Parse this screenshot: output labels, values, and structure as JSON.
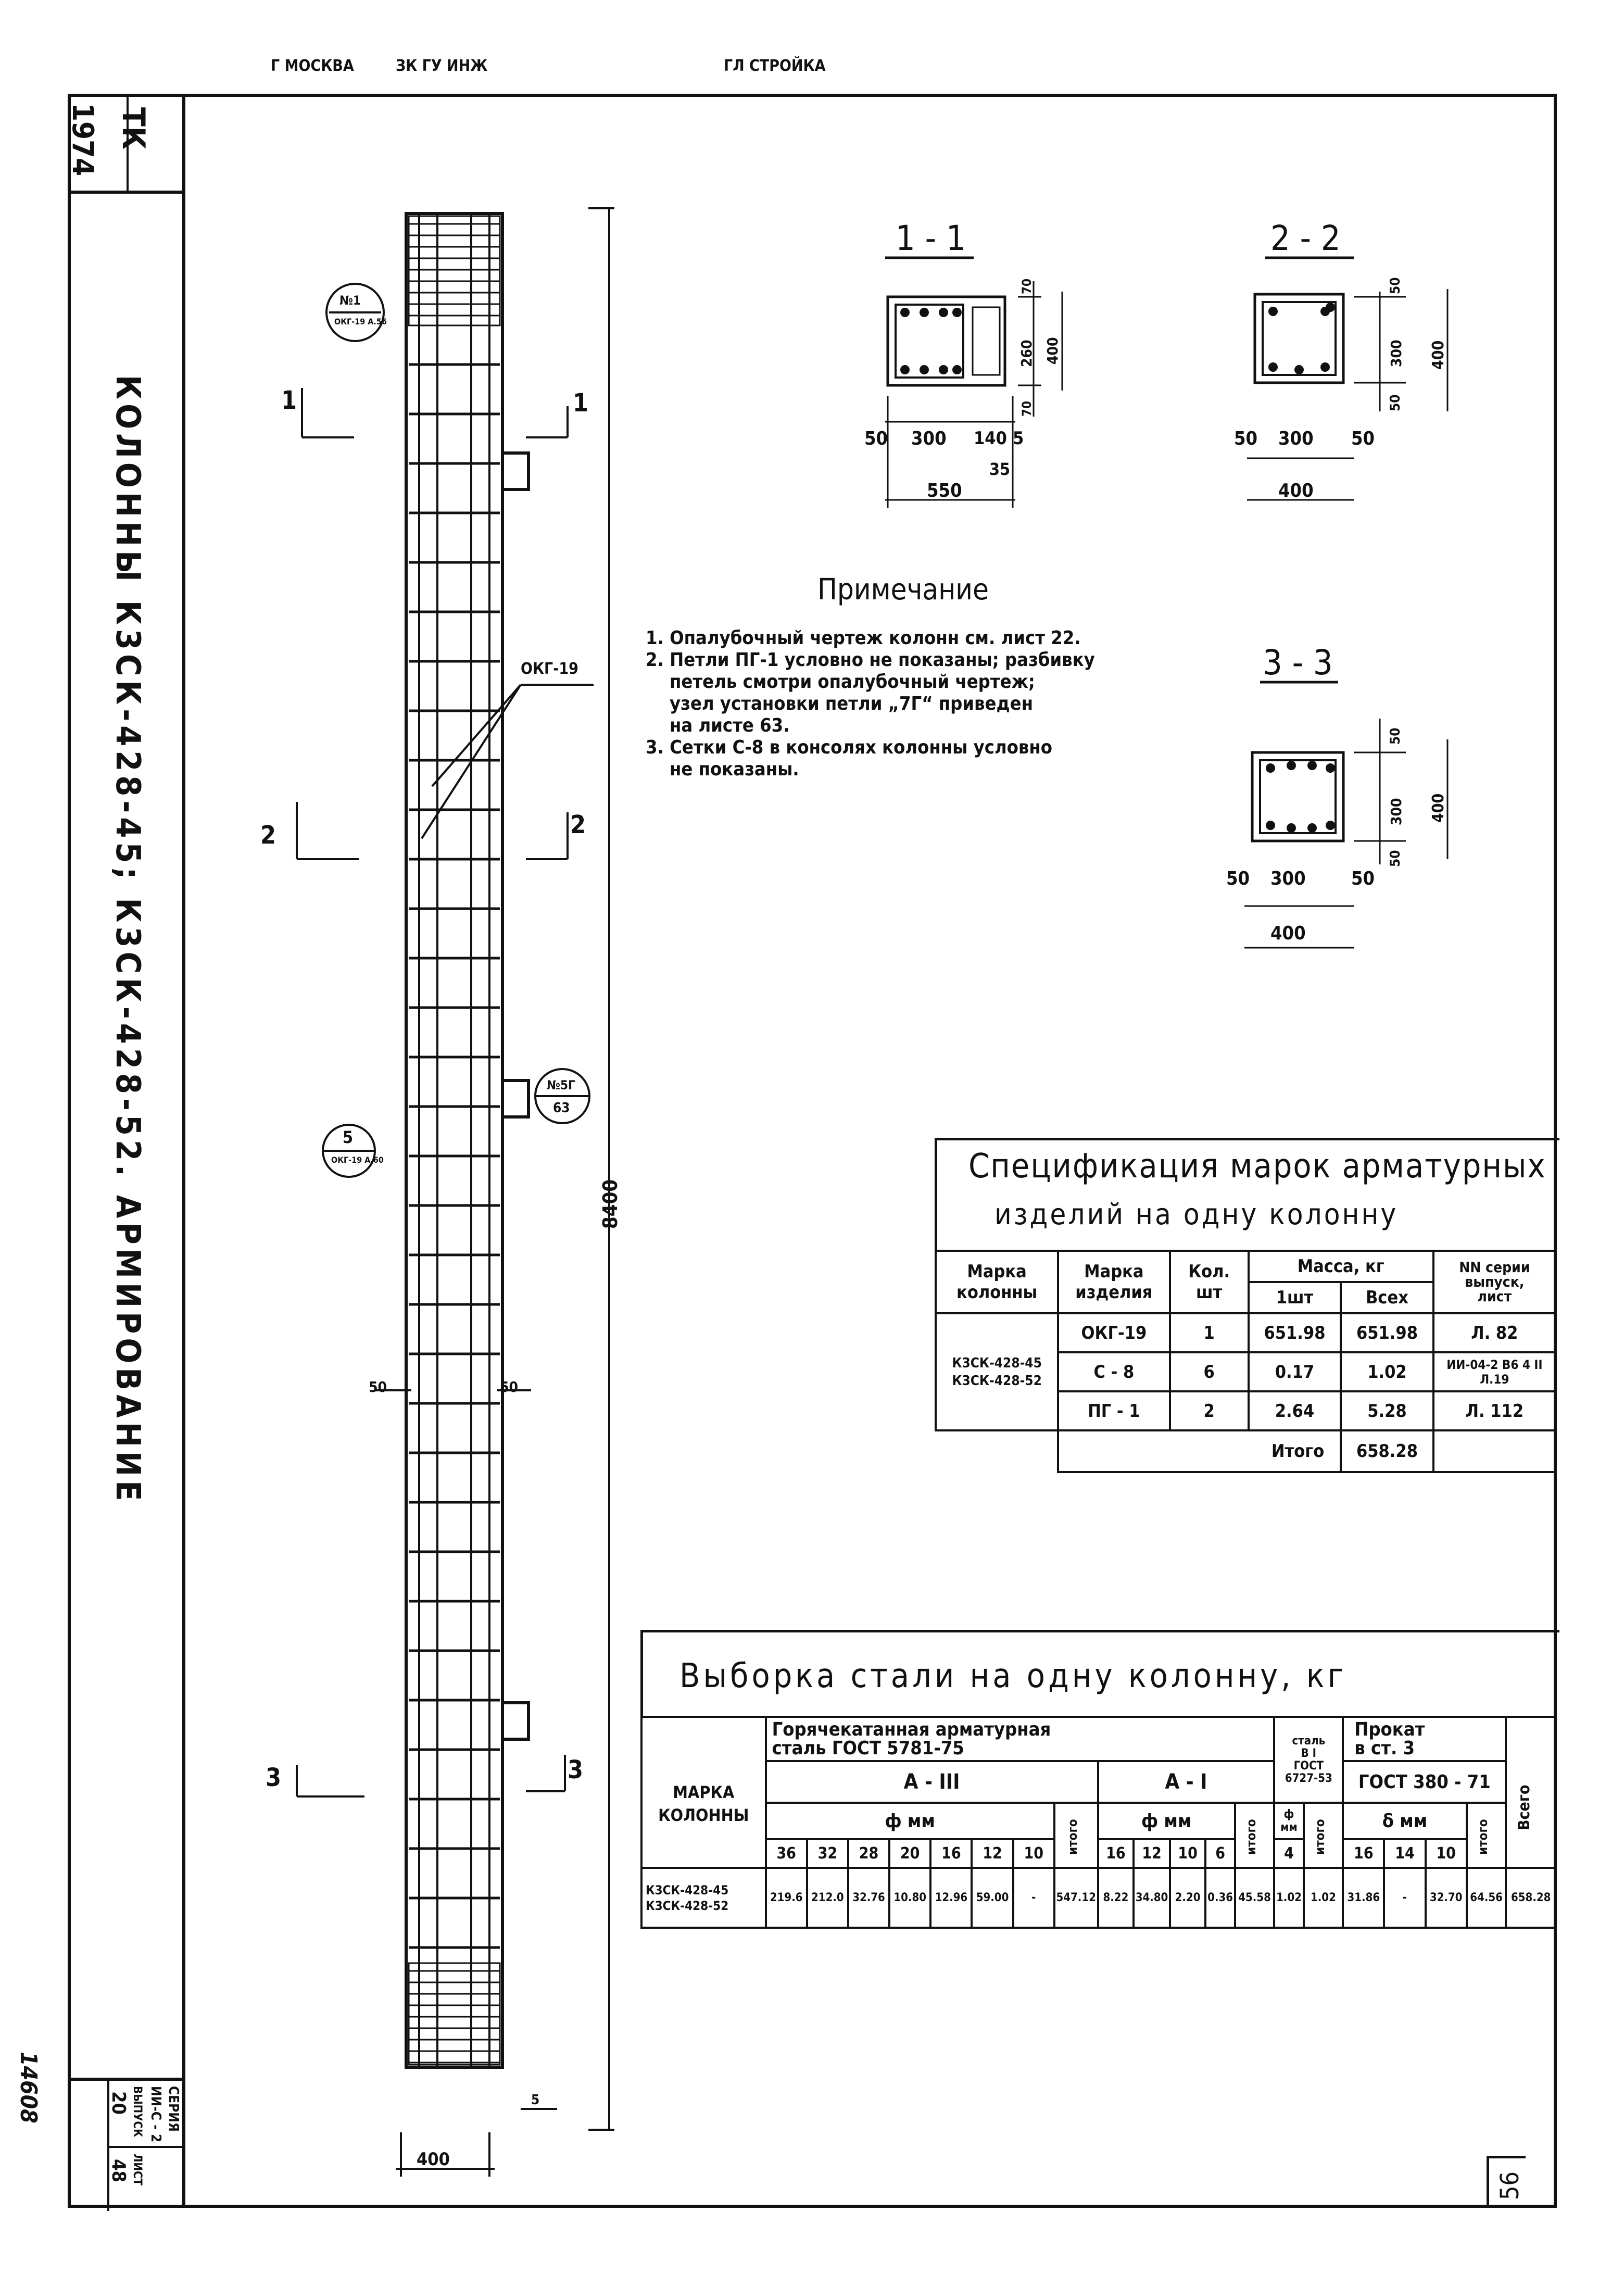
{
  "header_strip": {
    "city": "Г МОСКВА",
    "dept": "ЗК ГУ ИНЖ",
    "org": "ГЛ СТРОЙКА"
  },
  "stamp": {
    "tk": "ТК",
    "year": "1974",
    "series_label": "СЕРИЯ",
    "series_value": "ИИ-С - 2",
    "issue_label": "ВЫПУСК",
    "issue_value": "20",
    "sheet_label": "ЛИСТ",
    "sheet_value": "48",
    "archive_no": "14608"
  },
  "title_vertical": "КОЛОННЫ  К3СК-428-45;  К3СК-428-52.   АРМИРОВАНИЕ",
  "column_drawing": {
    "length_dim": "8400",
    "width_dim": "400",
    "side_dims": [
      "50",
      "50"
    ],
    "bottom_dim": "5",
    "callout_okg": "ОКГ-19",
    "sections": [
      {
        "num": "1",
        "label_left": "1",
        "label_right": "1"
      },
      {
        "num": "2",
        "label_left": "2",
        "label_right": "2"
      },
      {
        "num": "3",
        "label_left": "3",
        "label_right": "3"
      }
    ],
    "node_callouts": [
      {
        "top": "№1",
        "bottom": "ОКГ-19 А.56"
      },
      {
        "top": "№5Г",
        "bottom": "63"
      },
      {
        "top": "5",
        "bottom": "ОКГ-19 А.60"
      }
    ]
  },
  "section_views": [
    {
      "title": "1 - 1",
      "dims_bottom": [
        "50",
        "300",
        "140",
        "5"
      ],
      "dim_35": "35",
      "total": "550",
      "dims_right": [
        "70",
        "260",
        "70"
      ],
      "total_right": "400"
    },
    {
      "title": "2 - 2",
      "dims_bottom": [
        "50",
        "300",
        "50"
      ],
      "total": "400",
      "dims_right": [
        "50",
        "300",
        "50"
      ],
      "total_right": "400"
    },
    {
      "title": "3 - 3",
      "dims_bottom": [
        "50",
        "300",
        "50"
      ],
      "total": "400",
      "dims_right": [
        "50",
        "300",
        "50"
      ],
      "total_right": "400"
    }
  ],
  "notes": {
    "title": "Примечание",
    "items": [
      "1. Опалубочный чертеж колонн см. лист  22.",
      "2. Петли ПГ-1 условно не показаны; разбивку",
      "петель смотри опалубочный чертеж;",
      "узел установки петли „7Г“ приведен",
      "на листе  63.",
      "3. Сетки  С-8 в консолях колонны условно",
      "не показаны."
    ]
  },
  "spec_table": {
    "title_line1": "Спецификация  марок  арматурных",
    "title_line2": "изделий  на  одну  колонну",
    "headers": {
      "col_mark": [
        "Марка",
        "колонны"
      ],
      "item_mark": [
        "Марка",
        "изделия"
      ],
      "qty": [
        "Кол.",
        "шт"
      ],
      "mass": "Масса, кг",
      "mass_one": "1шт",
      "mass_all": "Всех",
      "series": [
        "NN серии",
        "выпуск,",
        "лист"
      ]
    },
    "column_marks": [
      "К3СК-428-45",
      "К3СК-428-52"
    ],
    "rows": [
      {
        "item": "ОКГ-19",
        "qty": "1",
        "one": "651.98",
        "all": "651.98",
        "ref": "Л. 82"
      },
      {
        "item": "С - 8",
        "qty": "6",
        "one": "0.17",
        "all": "1.02",
        "ref": "ИИ-04-2 В6 4 II  Л.19"
      },
      {
        "item": "ПГ - 1",
        "qty": "2",
        "one": "2.64",
        "all": "5.28",
        "ref": "Л. 112"
      }
    ],
    "total_label": "Итого",
    "total_value": "658.28"
  },
  "steel_table": {
    "title": "Выборка  стали  на  одну  колонну,  кг",
    "h_hot_rolled": [
      "Горячекатанная  арматурная",
      "сталь  ГОСТ  5781-75"
    ],
    "h_steel_b1": [
      "сталь",
      "В I",
      "ГОСТ",
      "6727-53"
    ],
    "h_rolled": [
      "Прокат",
      "в  ст. 3"
    ],
    "h_gost380": "ГОСТ  380 - 71",
    "h_mark": [
      "МАРКА",
      "КОЛОННЫ"
    ],
    "h_a3": "А - III",
    "h_a1": "А - I",
    "h_phi_mm": "ф мм",
    "h_phi": "ф мм",
    "h_delta": "δ мм",
    "h_total": "итого",
    "h_all": "Всего",
    "a3_diams": [
      "36",
      "32",
      "28",
      "20",
      "16",
      "12",
      "10"
    ],
    "a1_diams": [
      "16",
      "12",
      "10",
      "6"
    ],
    "b1_diams": [
      "4"
    ],
    "delta_vals": [
      "16",
      "14",
      "10"
    ],
    "row_marks": [
      "К3СК-428-45",
      "К3СК-428-52"
    ],
    "a3_values": [
      "219.6",
      "212.0",
      "32.76",
      "10.80",
      "12.96",
      "59.00",
      "-"
    ],
    "a3_total": "547.12",
    "a1_values": [
      "8.22",
      "34.80",
      "2.20",
      "0.36"
    ],
    "a1_total": "45.58",
    "b1_value": "1.02",
    "b1_total": "1.02",
    "rolled_values": [
      "31.86",
      "-",
      "32.70"
    ],
    "rolled_total": "64.56",
    "grand_total": "658.28"
  },
  "sheet_number": "56"
}
